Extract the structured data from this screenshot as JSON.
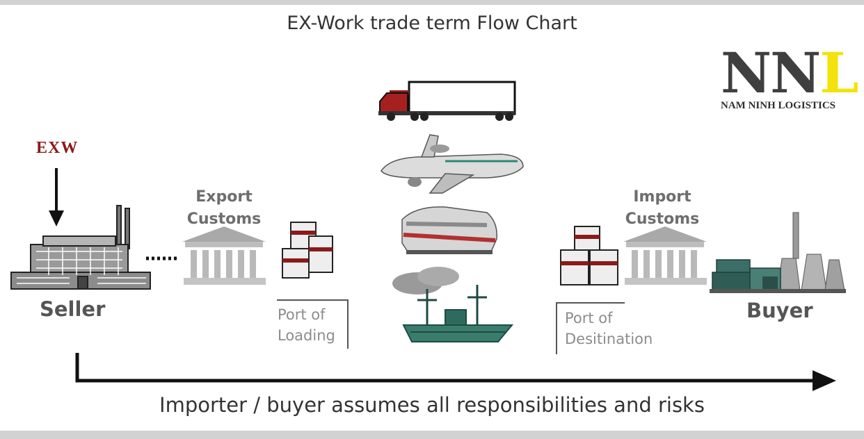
{
  "title": "EX-Work trade term Flow Chart",
  "logo": {
    "mark_1": "NN",
    "mark_2": "L",
    "subtitle": "NAM NINH LOGISTICS"
  },
  "exw_label": "EXW",
  "nodes": {
    "seller": "Seller",
    "export_customs": [
      "Export",
      "Customs"
    ],
    "port_of_loading": [
      "Port of",
      "Loading"
    ],
    "port_of_destination": [
      "Port of",
      "Desitination"
    ],
    "import_customs": [
      "Import",
      "Customs"
    ],
    "buyer": "Buyer"
  },
  "footer": "Importer / buyer assumes all responsibilities and risks",
  "icons": [
    "factory-icon",
    "customs-building-icon",
    "cargo-stack-icon",
    "truck-icon",
    "airplane-icon",
    "train-icon",
    "ship-icon",
    "industrial-plant-icon"
  ],
  "colors": {
    "exw": "#8b1a1a",
    "logo_l": "#f4e20c",
    "logo_dark": "#3f3f3f",
    "labels": "#6e6e6e"
  }
}
